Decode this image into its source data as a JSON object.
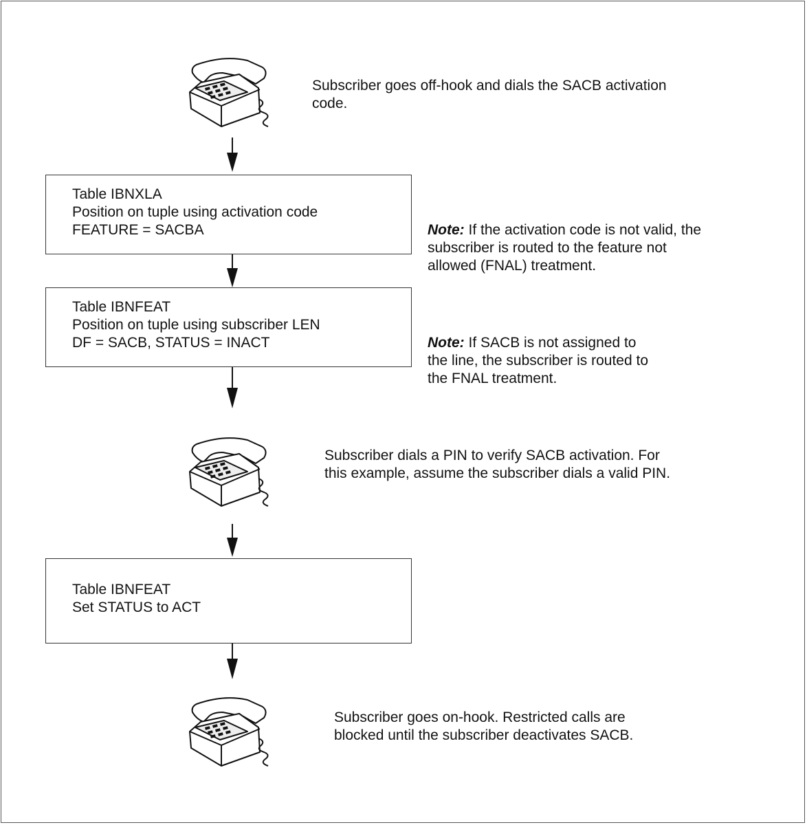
{
  "steps": [
    {
      "kind": "phone",
      "text": [
        "Subscriber goes off-hook and dials the SACB activation",
        "code."
      ]
    },
    {
      "kind": "box",
      "lines": [
        "Table IBNXLA",
        "Position on tuple using activation code",
        "FEATURE = SACBA"
      ]
    },
    {
      "kind": "box",
      "lines": [
        "Table IBNFEAT",
        "Position on tuple using subscriber LEN",
        "DF = SACB, STATUS = INACT"
      ]
    },
    {
      "kind": "phone",
      "text": [
        "Subscriber dials a PIN to verify SACB activation.  For",
        "this example, assume the subscriber dials a valid PIN."
      ]
    },
    {
      "kind": "box",
      "lines": [
        "Table IBNFEAT",
        "Set STATUS to ACT"
      ]
    },
    {
      "kind": "phone",
      "text": [
        "Subscriber goes on-hook.  Restricted calls are",
        "blocked until the subscriber deactivates SACB."
      ]
    }
  ],
  "notes": [
    {
      "label": "Note:",
      "lines": [
        "If the activation code is not valid, the",
        "subscriber is routed to the feature not",
        "allowed (FNAL) treatment."
      ]
    },
    {
      "label": "Note:",
      "lines": [
        " If SACB is not assigned to",
        "the line, the subscriber is routed to",
        "the FNAL treatment."
      ]
    }
  ]
}
